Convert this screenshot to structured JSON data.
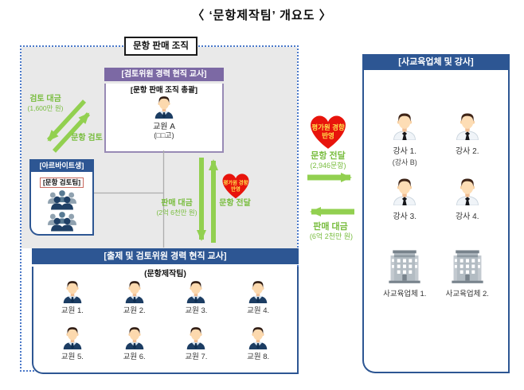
{
  "title": "〈 ‘문항제작팀’ 개요도 〉",
  "colors": {
    "header_blue": "#2d5693",
    "header_purple": "#7c69a4",
    "arrow_green": "#92d050",
    "text_green": "#79bd3f",
    "heart_red": "#e8140c",
    "heart_text_yellow": "#ffe14d",
    "boundary_blue_dashed": "#4b79c9",
    "panel_gray": "#e9e9e9"
  },
  "icons": {
    "teacher": "person-male-navy-suit-icon",
    "instructor": "person-male-white-shirt-black-tie-icon",
    "review_team": "people-group-icon",
    "company": "office-building-icon",
    "heart": "heart-shape-icon",
    "arrow": "green-arrow"
  },
  "sales_org": {
    "label": "문항 판매 조직",
    "reviewer_header": "[검토위원 경력 현직 교사]",
    "chief_role": "[문항 판매 조직 총괄]",
    "chief_name": "교원 A",
    "chief_affiliation": "(□□고)",
    "review_fee_label": "검토 대금",
    "review_fee_amount": "(1,600만 원)",
    "review_flow_label": "문항 검토",
    "parttimer_header": "[아르바이트생]",
    "review_team_label": "[문항 검토팀]",
    "inner_payment_label": "판매 대금",
    "inner_payment_amount": "(2억 6천만 원)",
    "inner_delivery_label": "문항 전달",
    "inner_heart_line1": "평가원 경향",
    "inner_heart_line2": "반영",
    "makers_header": "[출제 및 검토위원 경력 현직 교사]",
    "makers_team_label": "(문항제작팀)",
    "members": [
      "교원 1.",
      "교원 2.",
      "교원 3.",
      "교원 4.",
      "교원 5.",
      "교원 6.",
      "교원 7.",
      "교원 8."
    ]
  },
  "external": {
    "heart_line1": "평가원 경향",
    "heart_line2": "반영",
    "delivery_label": "문항 전달",
    "delivery_amount": "(2,946문항)",
    "payment_label": "판매 대금",
    "payment_amount": "(6억 2천만 원)"
  },
  "academy": {
    "header": "[사교육업체 및 강사]",
    "instructors": [
      {
        "label": "강사 1.",
        "sub": "(강사 B)"
      },
      {
        "label": "강사 2.",
        "sub": ""
      },
      {
        "label": "강사 3.",
        "sub": ""
      },
      {
        "label": "강사 4.",
        "sub": ""
      }
    ],
    "companies": [
      "사교육업체 1.",
      "사교육업체 2."
    ]
  }
}
